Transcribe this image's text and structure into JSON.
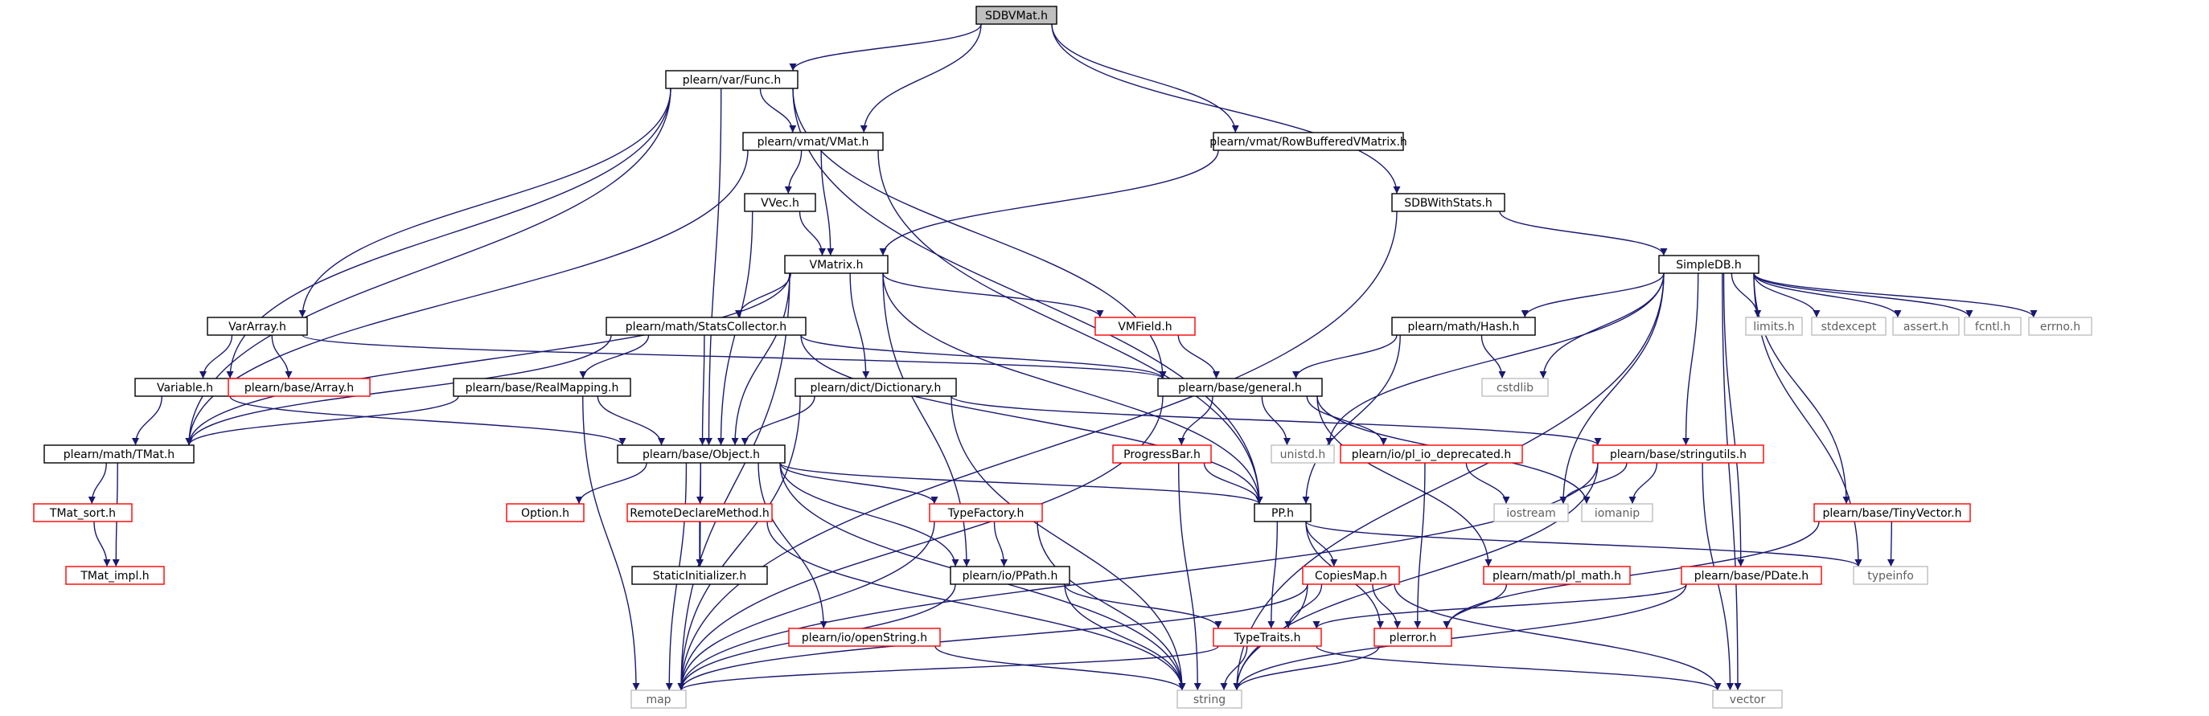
{
  "diagram": {
    "colors": {
      "edge": "#191970",
      "border_black": "#000000",
      "border_red": "#ff0000",
      "border_gray": "#bfbfbf",
      "root_fill": "#bfbfbf",
      "text_black": "#000000",
      "text_gray": "#5f5f5f"
    },
    "nodes": [
      {
        "id": "sdbvmat",
        "label": "SDBVMat.h",
        "style": "root"
      },
      {
        "id": "func",
        "label": "plearn/var/Func.h",
        "style": "black"
      },
      {
        "id": "vmat",
        "label": "plearn/vmat/VMat.h",
        "style": "black"
      },
      {
        "id": "rowbuf",
        "label": "plearn/vmat/RowBufferedVMatrix.h",
        "style": "black"
      },
      {
        "id": "sdbwithstats",
        "label": "SDBWithStats.h",
        "style": "black"
      },
      {
        "id": "vvec",
        "label": "VVec.h",
        "style": "black"
      },
      {
        "id": "vmatrix",
        "label": "VMatrix.h",
        "style": "black"
      },
      {
        "id": "simpledb",
        "label": "SimpleDB.h",
        "style": "black"
      },
      {
        "id": "vararray",
        "label": "VarArray.h",
        "style": "black"
      },
      {
        "id": "statscollector",
        "label": "plearn/math/StatsCollector.h",
        "style": "black"
      },
      {
        "id": "vmfield",
        "label": "VMField.h",
        "style": "red"
      },
      {
        "id": "hash",
        "label": "plearn/math/Hash.h",
        "style": "black"
      },
      {
        "id": "limits",
        "label": "limits.h",
        "style": "gray"
      },
      {
        "id": "stdexcept",
        "label": "stdexcept",
        "style": "gray"
      },
      {
        "id": "assert",
        "label": "assert.h",
        "style": "gray"
      },
      {
        "id": "fcntl",
        "label": "fcntl.h",
        "style": "gray"
      },
      {
        "id": "errno",
        "label": "errno.h",
        "style": "gray"
      },
      {
        "id": "variable",
        "label": "Variable.h",
        "style": "black"
      },
      {
        "id": "basearray",
        "label": "plearn/base/Array.h",
        "style": "red"
      },
      {
        "id": "realmapping",
        "label": "plearn/base/RealMapping.h",
        "style": "black"
      },
      {
        "id": "dictionary",
        "label": "plearn/dict/Dictionary.h",
        "style": "black"
      },
      {
        "id": "general",
        "label": "plearn/base/general.h",
        "style": "black"
      },
      {
        "id": "cstdlib",
        "label": "cstdlib",
        "style": "gray"
      },
      {
        "id": "tmat",
        "label": "plearn/math/TMat.h",
        "style": "black"
      },
      {
        "id": "object",
        "label": "plearn/base/Object.h",
        "style": "black"
      },
      {
        "id": "progressbar",
        "label": "ProgressBar.h",
        "style": "red"
      },
      {
        "id": "unistd",
        "label": "unistd.h",
        "style": "gray"
      },
      {
        "id": "pliodep",
        "label": "plearn/io/pl_io_deprecated.h",
        "style": "red"
      },
      {
        "id": "stringutils",
        "label": "plearn/base/stringutils.h",
        "style": "red"
      },
      {
        "id": "tmatsort",
        "label": "TMat_sort.h",
        "style": "red"
      },
      {
        "id": "option",
        "label": "Option.h",
        "style": "red"
      },
      {
        "id": "remotedecl",
        "label": "RemoteDeclareMethod.h",
        "style": "red"
      },
      {
        "id": "typefactory",
        "label": "TypeFactory.h",
        "style": "red"
      },
      {
        "id": "pp",
        "label": "PP.h",
        "style": "black"
      },
      {
        "id": "iostream",
        "label": "iostream",
        "style": "gray"
      },
      {
        "id": "iomanip",
        "label": "iomanip",
        "style": "gray"
      },
      {
        "id": "tinyvector",
        "label": "plearn/base/TinyVector.h",
        "style": "red"
      },
      {
        "id": "tmatimpl",
        "label": "TMat_impl.h",
        "style": "red"
      },
      {
        "id": "staticinit",
        "label": "StaticInitializer.h",
        "style": "black"
      },
      {
        "id": "ppath",
        "label": "plearn/io/PPath.h",
        "style": "black"
      },
      {
        "id": "copiesmap",
        "label": "CopiesMap.h",
        "style": "red"
      },
      {
        "id": "plmath",
        "label": "plearn/math/pl_math.h",
        "style": "red"
      },
      {
        "id": "pdate",
        "label": "plearn/base/PDate.h",
        "style": "red"
      },
      {
        "id": "typeinfo",
        "label": "typeinfo",
        "style": "gray"
      },
      {
        "id": "openstring",
        "label": "plearn/io/openString.h",
        "style": "red"
      },
      {
        "id": "typetraits",
        "label": "TypeTraits.h",
        "style": "red"
      },
      {
        "id": "plerror",
        "label": "plerror.h",
        "style": "red"
      },
      {
        "id": "map",
        "label": "map",
        "style": "gray"
      },
      {
        "id": "string",
        "label": "string",
        "style": "gray"
      },
      {
        "id": "vector",
        "label": "vector",
        "style": "gray"
      }
    ],
    "edges": [
      [
        "sdbvmat",
        "func"
      ],
      [
        "sdbvmat",
        "vmat"
      ],
      [
        "sdbvmat",
        "rowbuf"
      ],
      [
        "sdbvmat",
        "sdbwithstats"
      ],
      [
        "func",
        "vmat"
      ],
      [
        "func",
        "vararray"
      ],
      [
        "func",
        "variable"
      ],
      [
        "func",
        "tmat"
      ],
      [
        "func",
        "object"
      ],
      [
        "func",
        "general"
      ],
      [
        "func",
        "pp"
      ],
      [
        "vmat",
        "vvec"
      ],
      [
        "vmat",
        "vmatrix"
      ],
      [
        "vmat",
        "tmat"
      ],
      [
        "vmat",
        "pp"
      ],
      [
        "rowbuf",
        "vmatrix"
      ],
      [
        "sdbwithstats",
        "simpledb"
      ],
      [
        "sdbwithstats",
        "map"
      ],
      [
        "vvec",
        "vmatrix"
      ],
      [
        "vvec",
        "object"
      ],
      [
        "vmatrix",
        "statscollector"
      ],
      [
        "vmatrix",
        "vmfield"
      ],
      [
        "vmatrix",
        "dictionary"
      ],
      [
        "vmatrix",
        "tmat"
      ],
      [
        "vmatrix",
        "object"
      ],
      [
        "vmatrix",
        "ppath"
      ],
      [
        "vmatrix",
        "pp"
      ],
      [
        "vmatrix",
        "map"
      ],
      [
        "simpledb",
        "hash"
      ],
      [
        "simpledb",
        "limits"
      ],
      [
        "simpledb",
        "stdexcept"
      ],
      [
        "simpledb",
        "assert"
      ],
      [
        "simpledb",
        "fcntl"
      ],
      [
        "simpledb",
        "errno"
      ],
      [
        "simpledb",
        "cstdlib"
      ],
      [
        "simpledb",
        "unistd"
      ],
      [
        "simpledb",
        "iostream"
      ],
      [
        "simpledb",
        "stringutils"
      ],
      [
        "simpledb",
        "tinyvector"
      ],
      [
        "simpledb",
        "pdate"
      ],
      [
        "simpledb",
        "typeinfo"
      ],
      [
        "simpledb",
        "string"
      ],
      [
        "simpledb",
        "vector"
      ],
      [
        "vararray",
        "variable"
      ],
      [
        "vararray",
        "basearray"
      ],
      [
        "vararray",
        "general"
      ],
      [
        "statscollector",
        "realmapping"
      ],
      [
        "statscollector",
        "general"
      ],
      [
        "statscollector",
        "tmat"
      ],
      [
        "statscollector",
        "object"
      ],
      [
        "statscollector",
        "pp"
      ],
      [
        "vmfield",
        "general"
      ],
      [
        "hash",
        "general"
      ],
      [
        "hash",
        "cstdlib"
      ],
      [
        "hash",
        "pp"
      ],
      [
        "variable",
        "tmat"
      ],
      [
        "variable",
        "object"
      ],
      [
        "realmapping",
        "tmat"
      ],
      [
        "realmapping",
        "object"
      ],
      [
        "realmapping",
        "map"
      ],
      [
        "dictionary",
        "object"
      ],
      [
        "dictionary",
        "stringutils"
      ],
      [
        "dictionary",
        "string"
      ],
      [
        "dictionary",
        "map"
      ],
      [
        "general",
        "progressbar"
      ],
      [
        "general",
        "unistd"
      ],
      [
        "general",
        "pliodep"
      ],
      [
        "general",
        "iomanip"
      ],
      [
        "general",
        "plmath"
      ],
      [
        "general",
        "map"
      ],
      [
        "tmat",
        "tmatsort"
      ],
      [
        "tmat",
        "tmatimpl"
      ],
      [
        "object",
        "option"
      ],
      [
        "object",
        "remotedecl"
      ],
      [
        "object",
        "typefactory"
      ],
      [
        "object",
        "staticinit"
      ],
      [
        "object",
        "ppath"
      ],
      [
        "object",
        "openstring"
      ],
      [
        "object",
        "pp"
      ],
      [
        "object",
        "map"
      ],
      [
        "object",
        "string"
      ],
      [
        "progressbar",
        "pp"
      ],
      [
        "progressbar",
        "string"
      ],
      [
        "pliodep",
        "iostream"
      ],
      [
        "pliodep",
        "plerror"
      ],
      [
        "stringutils",
        "iostream"
      ],
      [
        "stringutils",
        "iomanip"
      ],
      [
        "stringutils",
        "string"
      ],
      [
        "stringutils",
        "vector"
      ],
      [
        "stringutils",
        "map"
      ],
      [
        "tmatsort",
        "tmatimpl"
      ],
      [
        "remotedecl",
        "staticinit"
      ],
      [
        "remotedecl",
        "string"
      ],
      [
        "typefactory",
        "ppath"
      ],
      [
        "typefactory",
        "map"
      ],
      [
        "typefactory",
        "string"
      ],
      [
        "pp",
        "copiesmap"
      ],
      [
        "pp",
        "typetraits"
      ],
      [
        "pp",
        "plerror"
      ],
      [
        "pp",
        "typeinfo"
      ],
      [
        "tinyvector",
        "typeinfo"
      ],
      [
        "tinyvector",
        "plerror"
      ],
      [
        "ppath",
        "typetraits"
      ],
      [
        "ppath",
        "string"
      ],
      [
        "ppath",
        "map"
      ],
      [
        "copiesmap",
        "plerror"
      ],
      [
        "copiesmap",
        "typetraits"
      ],
      [
        "copiesmap",
        "map"
      ],
      [
        "copiesmap",
        "string"
      ],
      [
        "copiesmap",
        "vector"
      ],
      [
        "plmath",
        "plerror"
      ],
      [
        "pdate",
        "typetraits"
      ],
      [
        "pdate",
        "string"
      ],
      [
        "openstring",
        "string"
      ],
      [
        "typetraits",
        "map"
      ],
      [
        "typetraits",
        "string"
      ],
      [
        "typetraits",
        "vector"
      ],
      [
        "plerror",
        "string"
      ]
    ]
  }
}
